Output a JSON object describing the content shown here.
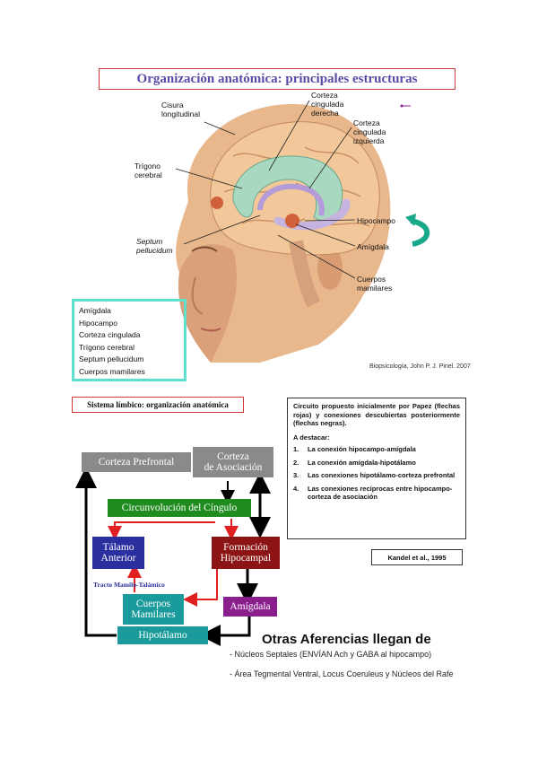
{
  "title": "Organización anatómica: principales estructuras",
  "brain_labels": {
    "cisura": "Cisura\nlongitudinal",
    "corteza_der": "Corteza\ncingulada\nderecha",
    "corteza_izq": "Corteza\ncingulada\nizquierda",
    "trigono": "Trígono\ncerebral",
    "septum": "Septum\npellucidum",
    "hipocampo": "Hipocampo",
    "amigdala": "Amígdala",
    "cuerpos": "Cuerpos\nmamilares"
  },
  "structures_list": [
    "Amígdala",
    "Hipocampo",
    "Corteza cingulada",
    "Trígono cerebral",
    "Septum pellucidum",
    "Cuerpos mamilares"
  ],
  "credit": "Biopsicología, John P. J. Pinel. 2007",
  "subtitle": "Sistema límbico: organización anatómica",
  "papez": {
    "intro": "Circuito propuesto inicialmente por Papez (flechas rojas) y conexiones descubiertas posteriormente (flechas negras).",
    "highlight": "A destacar:",
    "items": [
      {
        "n": "1.",
        "text": "La conexión hipocampo-amígdala"
      },
      {
        "n": "2.",
        "text": "La conexión amígdala-hipotálamo"
      },
      {
        "n": "3.",
        "text": "Las conexiones hipotálamo-corteza prefrontal"
      },
      {
        "n": "4.",
        "text": "Las conexiones recíprocas entre hipocampo-corteza de asociación"
      }
    ]
  },
  "kandel": "Kandel et al., 1995",
  "diagram": {
    "corteza_prefrontal": "Corteza Prefrontal",
    "corteza_asociacion": "Corteza\nde Asociación",
    "circunvolucion": "Circunvolución del Cíngulo",
    "talamo": "Tálamo\nAnterior",
    "formacion": "Formación\nHipocampal",
    "tracto": "Tracto Mamilo-Talámico",
    "cuerpos": "Cuerpos\nMamilares",
    "amigdala": "Amígdala",
    "hipotalamo": "Hipotálamo"
  },
  "colors": {
    "gray": "#8a8a8a",
    "green": "#1e8c1e",
    "blue": "#2a2fa0",
    "maroon": "#8c1414",
    "teal": "#1a9a9a",
    "purple": "#8a1e8c",
    "red_arrow": "#e02020"
  },
  "otras": {
    "title": "Otras Aferencias llegan de",
    "items": [
      "- Núcleos Septales (ENVÍAN Ach y GABA al hipocampo)",
      "- Área Tegmental Ventral, Locus Coeruleus y Núcleos del Rafe"
    ]
  }
}
